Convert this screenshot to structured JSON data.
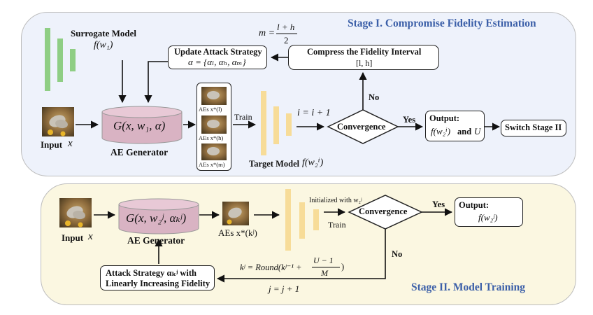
{
  "stage1": {
    "title": "Stage I. Compromise Fidelity Estimation",
    "surrogate_title": "Surrogate Model",
    "surrogate_fn": "f(w₁)",
    "update_title": "Update Attack Strategy",
    "update_formula": "α = {αₗ, αₕ, αₘ}",
    "m_lhs": "m =",
    "m_num": "l + h",
    "m_den": "2",
    "compress_title": "Compress the Fidelity Interval",
    "compress_interval": "[l, h]",
    "input_label": "Input",
    "input_var": "x",
    "generator_formula": "G(x, w₁, α)",
    "generator_label": "AE Generator",
    "aes_l": "AEs x*(l)",
    "aes_h": "AEs x*(h)",
    "aes_m": "AEs x*(m)",
    "train_label": "Train",
    "increment": "i = i + 1",
    "target_label": "Target Model",
    "target_fn": "f(w₂ⁱ)",
    "convergence": "Convergence",
    "no_label": "No",
    "yes_label": "Yes",
    "output_title": "Output:",
    "output_fn": "f(w₂ⁱ)",
    "output_and": "and",
    "output_u": "U",
    "switch_label": "Switch Stage II"
  },
  "stage2": {
    "title": "Stage II. Model Training",
    "input_label": "Input",
    "input_var": "x",
    "generator_formula": "G(x, w₂ʲ, αₖʲ)",
    "generator_label": "AE Generator",
    "aes_label": "AEs x*(kʲ)",
    "init_label": "Initialized with w₂ʲ",
    "train_label": "Train",
    "convergence": "Convergence",
    "yes_label": "Yes",
    "no_label": "No",
    "output_title": "Output:",
    "output_fn": "f(w₂ʲ)",
    "strategy_line1": "Attack Strategy αₖʲ with",
    "strategy_line2": "Linearly Increasing Fidelity",
    "k_lhs": "kʲ = Round(kʲ⁻¹ +",
    "k_num": "U − 1",
    "k_den": "M",
    "k_close": ")",
    "j_update": "j = j + 1"
  },
  "colors": {
    "stage1_bg": "#eef2fb",
    "stage2_bg": "#fbf7e1",
    "stage_title": "#3b5fa8",
    "surrogate_bars": "#8fce84",
    "target_bars": "#f7dc98",
    "generator": "#d9b3c3"
  }
}
